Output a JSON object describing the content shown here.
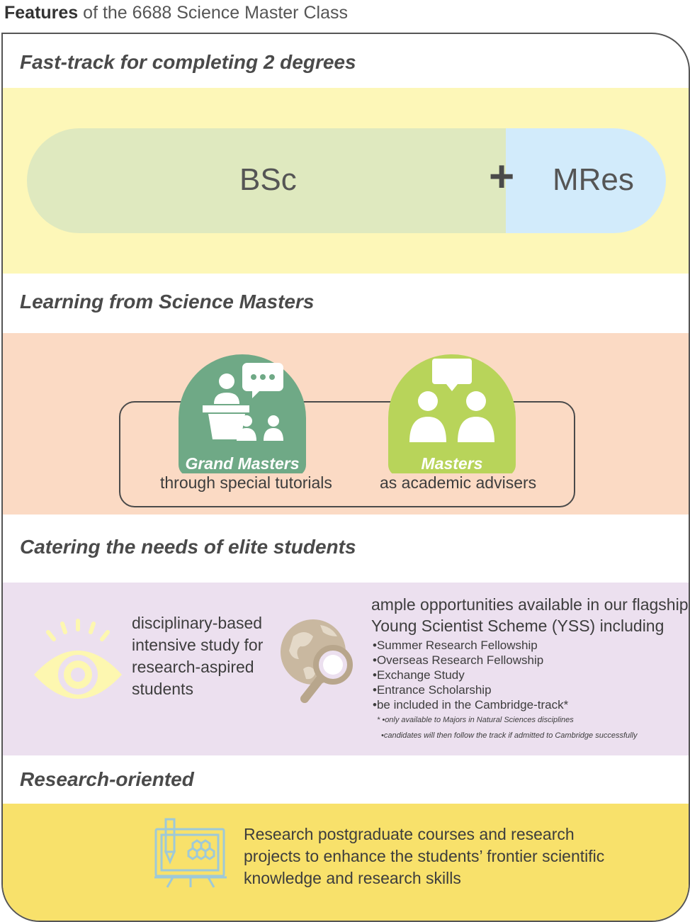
{
  "title": {
    "bold": "Features",
    "rest": " of the 6688 Science Master Class"
  },
  "sections": [
    {
      "heading": "Fast-track for completing 2 degrees"
    },
    {
      "heading": "Learning from Science Masters"
    },
    {
      "heading": "Catering the needs of elite students"
    },
    {
      "heading": "Research-oriented"
    }
  ],
  "degrees": {
    "first": "BSc",
    "plus": "+",
    "second": "MRes"
  },
  "masters": [
    {
      "label": "Grand Masters",
      "sub": "through special tutorials",
      "icon": "lecturer-icon"
    },
    {
      "label": "Masters",
      "sub": "as academic advisers",
      "icon": "advisers-icon"
    }
  ],
  "elite": {
    "left_text": [
      "disciplinary-based",
      "intensive study for",
      "research-aspired",
      "students"
    ],
    "right_intro": [
      "ample opportunities available in our flagship",
      "Young Scientist Scheme (YSS) including"
    ],
    "bullets": [
      "•Summer Research Fellowship",
      "•Overseas Research Fellowship",
      "•Exchange Study",
      "•Entrance Scholarship",
      "•be included in the Cambridge-track*"
    ],
    "notes": [
      "* •only available to Majors in Natural Sciences disciplines",
      "•candidates will then follow the track if admitted to Cambridge successfully"
    ],
    "left_icon": "eye-icon",
    "right_icon": "globe-magnifier-icon"
  },
  "research": {
    "lines": [
      "Research postgraduate courses and research",
      "projects to enhance the students’ frontier scientific",
      "knowledge and research skills"
    ],
    "icon": "research-board-icon"
  },
  "colors": {
    "yellow_band": "#fdf7b8",
    "peach_band": "#fbdac4",
    "lilac_band": "#ece0ef",
    "gold_band": "#f8e16b",
    "green_dome": "#6fa986",
    "lime_dome": "#b8d45a"
  }
}
